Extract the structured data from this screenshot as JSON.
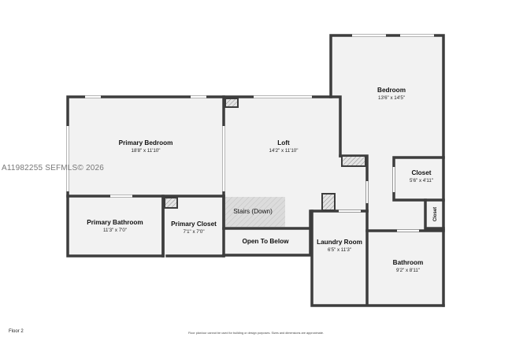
{
  "watermark": "A11982255  SEFMLS© 2026",
  "floor_label": "Floor 2",
  "disclaimer": "Floor plan/our cannot be used for building or design purposes. Sizes and dimensions are approximate.",
  "rooms": {
    "primary_bedroom": {
      "name": "Primary Bedroom",
      "dims": "18'8\" x 11'10\""
    },
    "loft": {
      "name": "Loft",
      "dims": "14'2\" x 11'10\""
    },
    "bedroom": {
      "name": "Bedroom",
      "dims": "13'6\" x 14'5\""
    },
    "closet": {
      "name": "Closet",
      "dims": "5'6\" x 4'11\""
    },
    "small_closet": {
      "name": "Closet"
    },
    "primary_bathroom": {
      "name": "Primary Bathroom",
      "dims": "11'3\" x 7'0\""
    },
    "primary_closet": {
      "name": "Primary Closet",
      "dims": "7'1\" x 7'0\""
    },
    "stairs": {
      "name": "Stairs (Down)"
    },
    "open_to_below": {
      "name": "Open To Below"
    },
    "laundry_room": {
      "name": "Laundry Room",
      "dims": "6'5\" x 11'3\""
    },
    "bathroom": {
      "name": "Bathroom",
      "dims": "9'2\" x 8'11\""
    }
  },
  "colors": {
    "wall": "#3d3d3d",
    "floor": "#f2f2f2",
    "stairs": "#d9d9d9",
    "window": "#bdbdbd"
  }
}
